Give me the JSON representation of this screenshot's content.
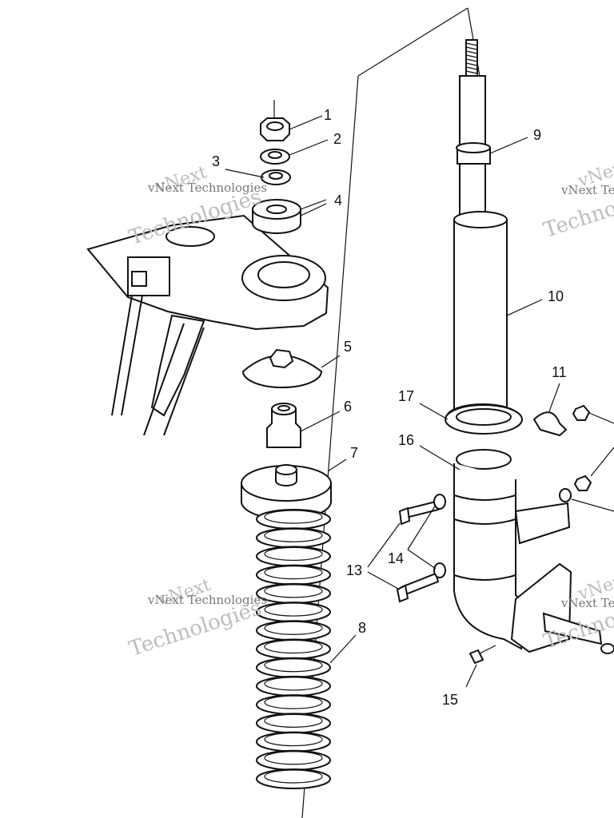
{
  "callouts": {
    "c1": "1",
    "c2": "2",
    "c3": "3",
    "c4": "4",
    "c5": "5",
    "c6": "6",
    "c7": "7",
    "c8": "8",
    "c9": "9",
    "c10": "10",
    "c11": "11",
    "c12": "13",
    "c13": "14",
    "c14": "15",
    "c15": "16",
    "c16": "17"
  },
  "watermark": {
    "line1": "vNext",
    "line2": "vNext Technologies",
    "line3": "Technologies"
  }
}
